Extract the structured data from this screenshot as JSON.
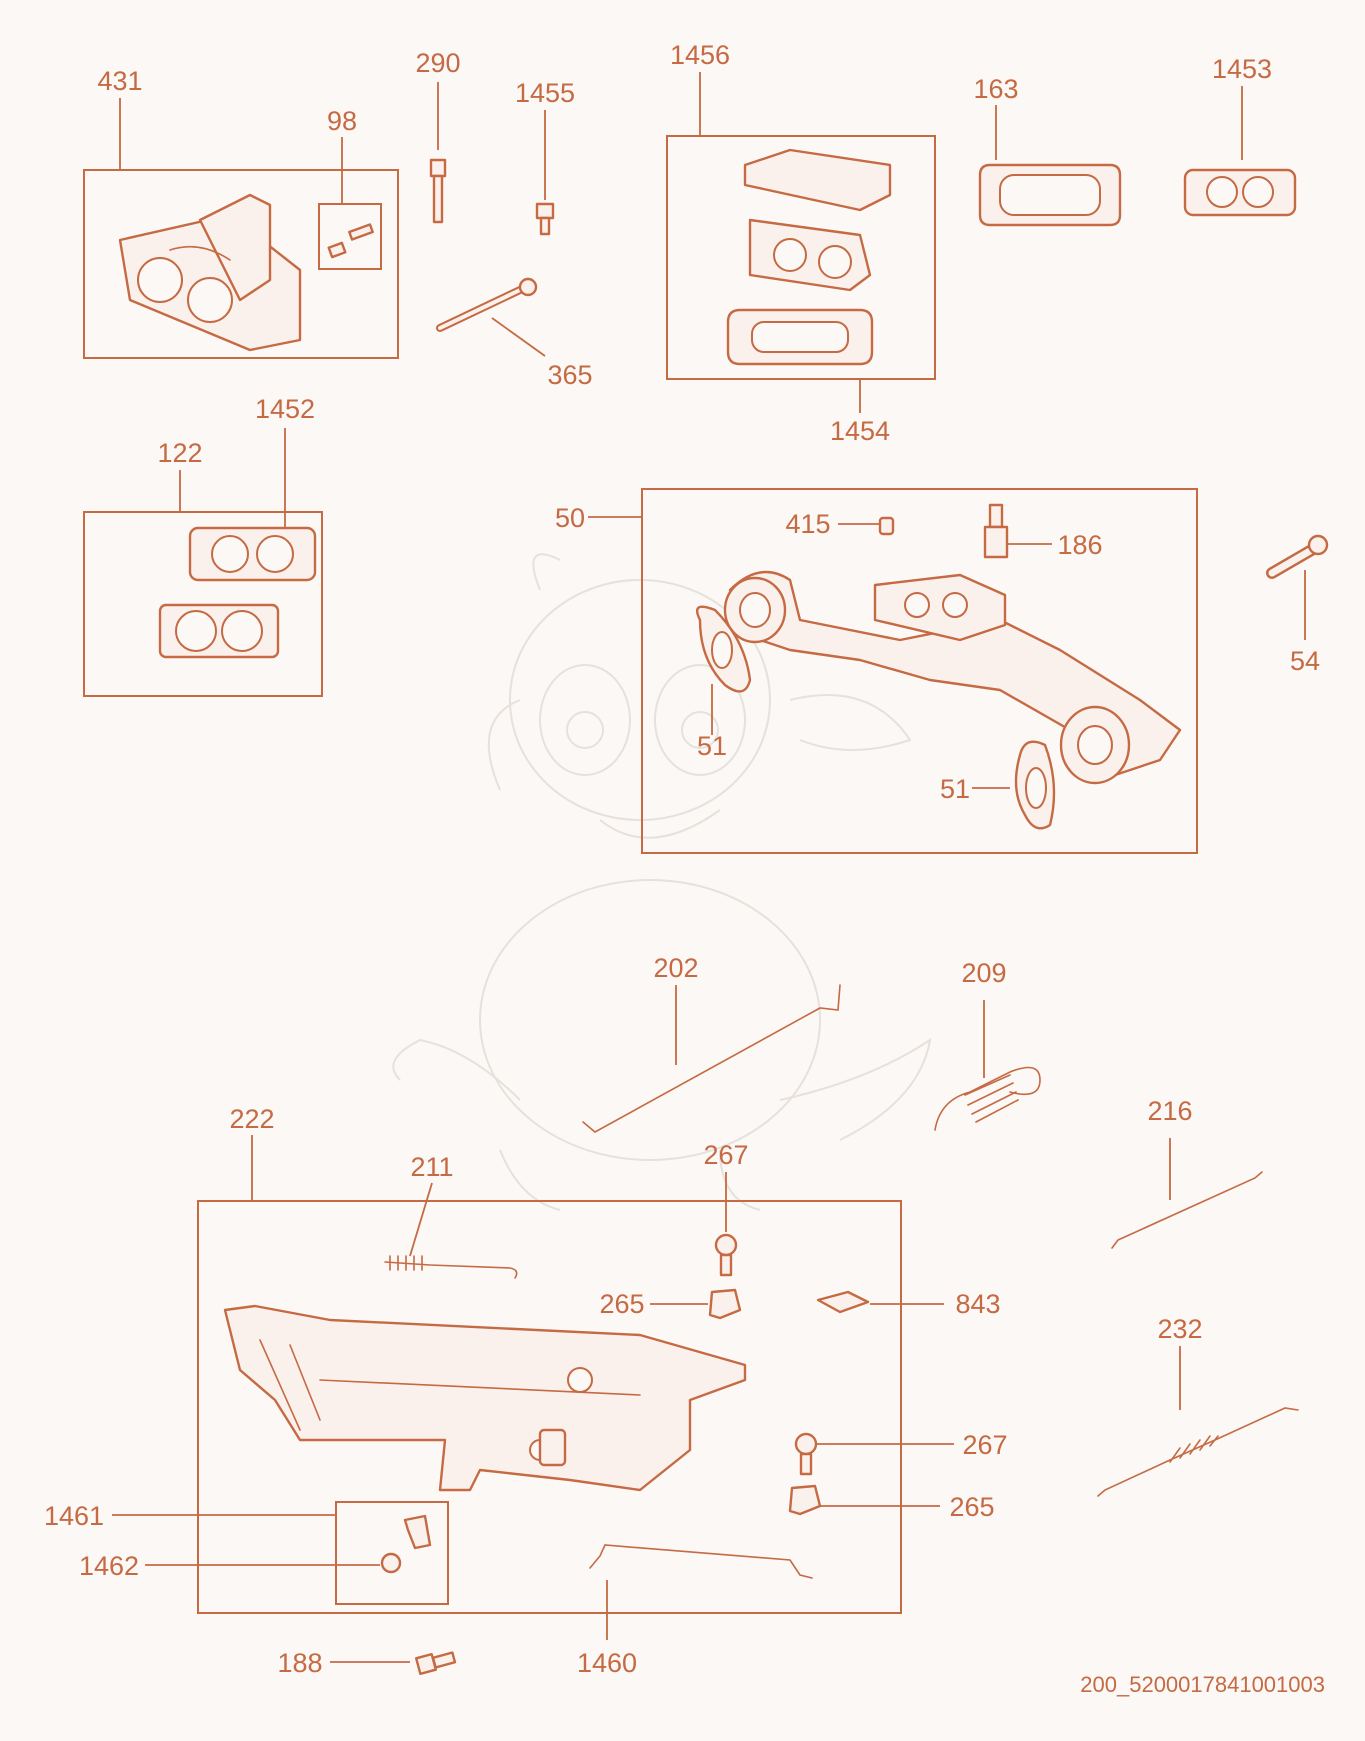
{
  "diagram": {
    "labels": [
      "431",
      "98",
      "290",
      "1455",
      "1456",
      "163",
      "1453",
      "365",
      "1454",
      "1452",
      "122",
      "50",
      "415",
      "186",
      "54",
      "51",
      "51",
      "202",
      "209",
      "216",
      "222",
      "211",
      "267",
      "265",
      "843",
      "232",
      "267",
      "265",
      "1461",
      "1462",
      "1460",
      "188"
    ],
    "code": "200_5200017841001003"
  },
  "colors": {
    "line": "#c56a43",
    "background": "#fbf8f6"
  }
}
